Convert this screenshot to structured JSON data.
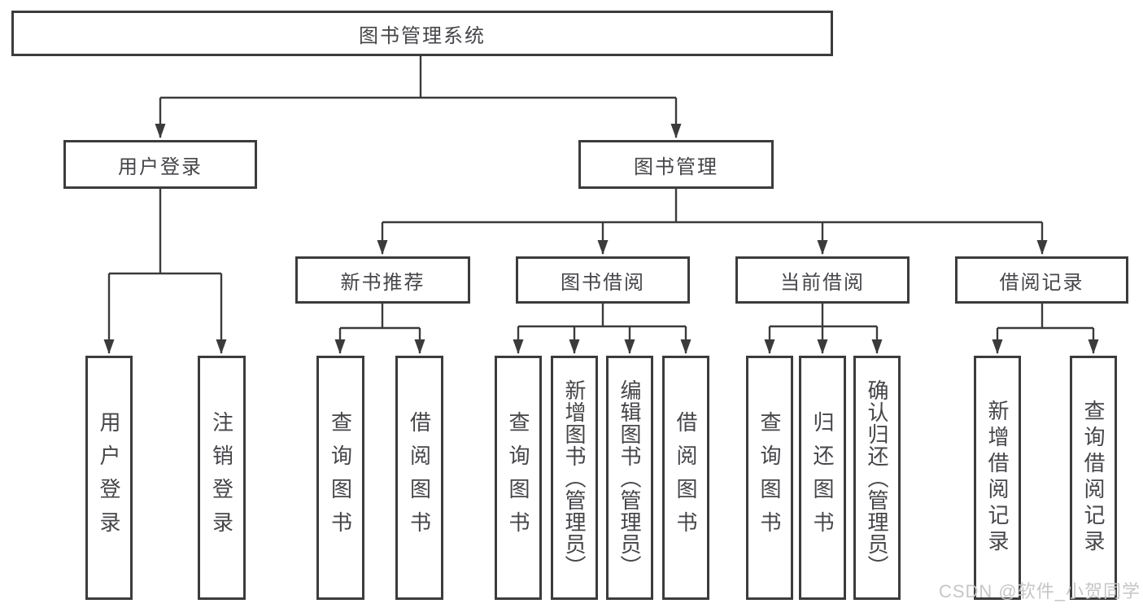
{
  "diagram": {
    "root": "图书管理系统",
    "level2": [
      "用户登录",
      "图书管理"
    ],
    "level3": [
      "新书推荐",
      "图书借阅",
      "当前借阅",
      "借阅记录"
    ],
    "leaves": {
      "user_login": [
        "用户登录",
        "注销登录"
      ],
      "new_book_rec": [
        "查询图书",
        "借阅图书"
      ],
      "book_borrow": [
        "查询图书",
        "新增图书（管理员）",
        "编辑图书（管理员）",
        "借阅图书"
      ],
      "current_borrow": [
        "查询图书",
        "归还图书",
        "确认归还（管理员）"
      ],
      "borrow_records": [
        "新增借阅记录",
        "查询借阅记录"
      ]
    }
  },
  "watermark": "CSDN @软件_小贺同学",
  "colors": {
    "line": "#3b3b3b",
    "box_border": "#3c3c3c",
    "text": "#45454a",
    "watermark": "#c6c6c6",
    "background": "#ffffff"
  }
}
